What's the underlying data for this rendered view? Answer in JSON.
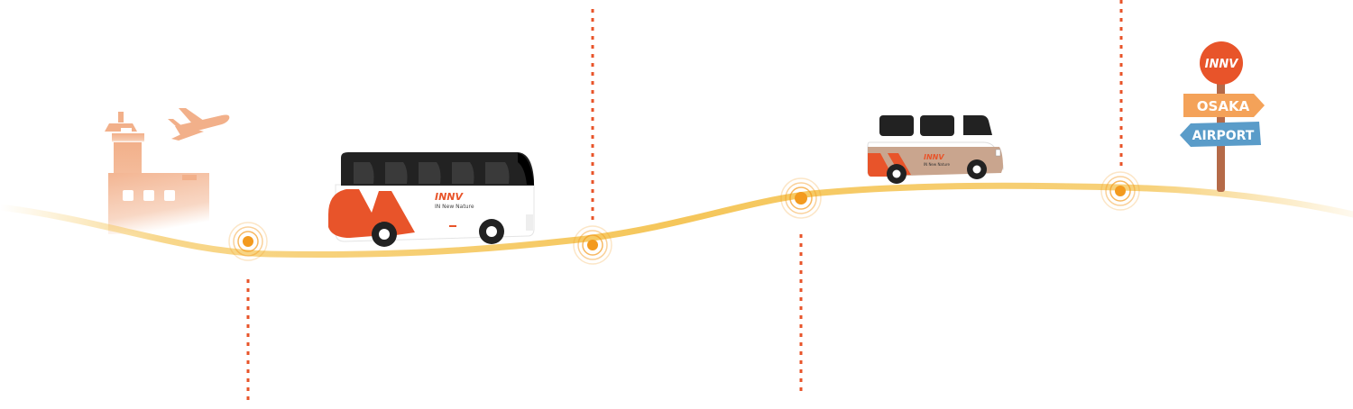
{
  "brand": {
    "logo_text": "INNV",
    "company_name": "IN New Nature"
  },
  "sign": {
    "destination_top": "OSAKA",
    "destination_bottom": "AIRPORT"
  },
  "colors": {
    "accent_orange": "#E8542A",
    "route_gold": "#F5C65A",
    "dot_orange": "#F39A1E",
    "sign_orange": "#F4A259",
    "sign_blue": "#5A9CC9",
    "pole_brown": "#B56A48",
    "van_tan": "#C9A58E",
    "bus_black": "#222222"
  },
  "icons": {
    "airport": "airport-terminal-icon",
    "plane": "airplane-icon",
    "bus": "coach-bus-illustration",
    "van": "van-illustration",
    "signpost": "direction-signpost-icon"
  }
}
